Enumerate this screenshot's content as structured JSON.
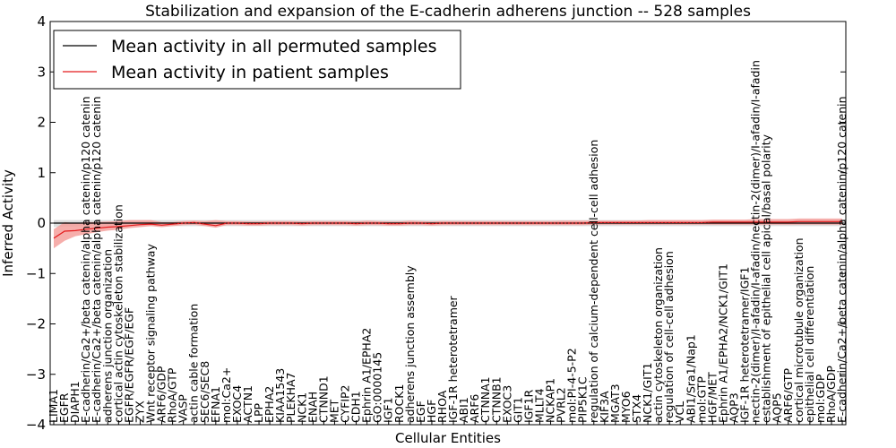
{
  "chart_data": {
    "type": "line",
    "title": "Stabilization and expansion of the E-cadherin adherens junction -- 528 samples",
    "xlabel": "Cellular Entities",
    "ylabel": "Inferred Activity",
    "ylim": [
      -4,
      4
    ],
    "yticks": [
      "4",
      "3",
      "2",
      "1",
      "0",
      "−1",
      "−2",
      "−3",
      "−4"
    ],
    "legend_placement": "top-left",
    "grid": false,
    "colors": {
      "permuted": "#000000",
      "patient": "#e41a1c",
      "patient_band": "#f4a09c",
      "permuted_band": "#c8c8c8"
    },
    "categories": [
      "LIMA1",
      "EGFR",
      "DIAPH1",
      "E-cadherin/Ca2+/beta catenin/alpha catenin/p120 catenin",
      "E-cadherin/Ca2+/beta catenin/alpha catenin/p120 catenin",
      "adherens junction organization",
      "cortical actin cytoskeleton stabilization",
      "EGFR/EGFR/EGF/EGF",
      "ZYX",
      "Wnt receptor signaling pathway",
      "ARF6/GDP",
      "RhoA/GTP",
      "VASP",
      "actin cable formation",
      "SEC6/SEC8",
      "EFNA1",
      "mol:Ca2+",
      "EXOC4",
      "ACTN1",
      "LPP",
      "EPHA2",
      "KIAA1543",
      "PLEKHA7",
      "NCK1",
      "ENAH",
      "CTNND1",
      "MET",
      "CYFIP2",
      "CDH1",
      "Ephrin A1/EPHA2",
      "GO:0000145",
      "IGF1",
      "ROCK1",
      "adherens junction assembly",
      "EGF",
      "HGF",
      "RHOA",
      "IGF-1R heterotetramer",
      "ABI1",
      "ARF6",
      "CTNNA1",
      "CTNNB1",
      "EXOC3",
      "GIT1",
      "IGF1R",
      "MLLT4",
      "NCKAP1",
      "PVRL2",
      "mol:PI-4-5-P2",
      "PIP5K1C",
      "regulation of calcium-dependent cell-cell adhesion",
      "KIF3A",
      "MGAT3",
      "MYO6",
      "STX4",
      "NCK1/GIT1",
      "actin cytoskeleton organization",
      "regulation of cell-cell adhesion",
      "VCL",
      "ABI1/Sra1/Nap1",
      "mol:GTP",
      "HGF/MET",
      "Ephrin A1/EPHA2/NCK1/GIT1",
      "AQP3",
      "IGF-1R heterotetramer/IGF1",
      "nectin-2(dimer)/I-afadin/I-afadin/nectin-2(dimer)/I-afadin/I-afadin",
      "establishment of epithelial cell apical/basal polarity",
      "AQP5",
      "ARF6/GTP",
      "cortical microtubule organization",
      "epithelial cell differentiation",
      "mol:GDP",
      "RhoA/GDP",
      "E-cadherin/Ca2+/beta catenin/alpha catenin/p120 catenin"
    ],
    "series": [
      {
        "name": "Mean activity in all permuted samples",
        "values": [
          0,
          0,
          0,
          0,
          0,
          0,
          0,
          0,
          0,
          0,
          0,
          0,
          0,
          0,
          0,
          0,
          0,
          0,
          0,
          0,
          0,
          0,
          0,
          0,
          0,
          0,
          0,
          0,
          0,
          0,
          0,
          0,
          0,
          0,
          0,
          0,
          0,
          0,
          0,
          0,
          0,
          0,
          0,
          0,
          0,
          0,
          0,
          0,
          0,
          0,
          0,
          0,
          0,
          0,
          0,
          0,
          0,
          0,
          0,
          0,
          0,
          0,
          0,
          0,
          0,
          0,
          0,
          0,
          0,
          0,
          0,
          0,
          0,
          0
        ],
        "lower": [
          -0.08,
          -0.07,
          -0.07,
          -0.06,
          -0.06,
          -0.06,
          -0.06,
          -0.06,
          -0.06,
          -0.06,
          -0.06,
          -0.06,
          -0.06,
          -0.06,
          -0.06,
          -0.06,
          -0.06,
          -0.06,
          -0.06,
          -0.06,
          -0.06,
          -0.06,
          -0.06,
          -0.06,
          -0.06,
          -0.06,
          -0.06,
          -0.06,
          -0.06,
          -0.06,
          -0.06,
          -0.06,
          -0.06,
          -0.06,
          -0.06,
          -0.06,
          -0.06,
          -0.06,
          -0.06,
          -0.06,
          -0.06,
          -0.06,
          -0.06,
          -0.06,
          -0.06,
          -0.06,
          -0.06,
          -0.06,
          -0.06,
          -0.06,
          -0.06,
          -0.06,
          -0.06,
          -0.06,
          -0.06,
          -0.06,
          -0.06,
          -0.06,
          -0.06,
          -0.06,
          -0.06,
          -0.06,
          -0.06,
          -0.06,
          -0.06,
          -0.06,
          -0.06,
          -0.06,
          -0.06,
          -0.06,
          -0.06,
          -0.06,
          -0.06,
          -0.06
        ],
        "upper": [
          0.06,
          0.06,
          0.06,
          0.06,
          0.06,
          0.06,
          0.06,
          0.06,
          0.06,
          0.06,
          0.06,
          0.06,
          0.06,
          0.06,
          0.06,
          0.06,
          0.06,
          0.06,
          0.06,
          0.06,
          0.06,
          0.06,
          0.06,
          0.06,
          0.06,
          0.06,
          0.06,
          0.06,
          0.06,
          0.06,
          0.06,
          0.06,
          0.06,
          0.06,
          0.06,
          0.06,
          0.06,
          0.06,
          0.06,
          0.06,
          0.06,
          0.06,
          0.06,
          0.06,
          0.06,
          0.06,
          0.06,
          0.06,
          0.06,
          0.06,
          0.06,
          0.06,
          0.06,
          0.06,
          0.06,
          0.06,
          0.06,
          0.06,
          0.06,
          0.06,
          0.06,
          0.06,
          0.06,
          0.06,
          0.06,
          0.06,
          0.06,
          0.06,
          0.06,
          0.06,
          0.06,
          0.06,
          0.06,
          0.06
        ]
      },
      {
        "name": "Mean activity in patient samples",
        "values": [
          -0.3,
          -0.16,
          -0.15,
          -0.12,
          -0.1,
          -0.08,
          -0.07,
          -0.05,
          -0.03,
          -0.02,
          -0.04,
          -0.02,
          0.0,
          0.01,
          -0.02,
          -0.05,
          0.0,
          0.0,
          -0.01,
          -0.01,
          0.0,
          0.0,
          0.0,
          -0.01,
          0.0,
          0.0,
          0.0,
          0.0,
          -0.01,
          0.0,
          0.0,
          -0.01,
          -0.01,
          0.0,
          0.0,
          -0.01,
          0.0,
          0.0,
          0.0,
          0.0,
          0.0,
          0.0,
          0.0,
          0.0,
          0.0,
          0.0,
          0.0,
          0.0,
          0.0,
          0.0,
          0.01,
          0.01,
          0.01,
          0.01,
          0.01,
          0.01,
          0.01,
          0.01,
          0.01,
          0.01,
          0.01,
          0.02,
          0.02,
          0.02,
          0.02,
          0.02,
          0.02,
          0.02,
          0.02,
          0.03,
          0.03,
          0.03,
          0.03,
          0.03
        ],
        "lower": [
          -0.5,
          -0.35,
          -0.26,
          -0.22,
          -0.18,
          -0.15,
          -0.13,
          -0.1,
          -0.08,
          -0.06,
          -0.08,
          -0.06,
          -0.04,
          -0.03,
          -0.06,
          -0.09,
          -0.04,
          -0.04,
          -0.05,
          -0.05,
          -0.04,
          -0.04,
          -0.04,
          -0.05,
          -0.04,
          -0.04,
          -0.04,
          -0.04,
          -0.05,
          -0.04,
          -0.04,
          -0.05,
          -0.05,
          -0.04,
          -0.04,
          -0.05,
          -0.04,
          -0.04,
          -0.04,
          -0.04,
          -0.04,
          -0.04,
          -0.04,
          -0.04,
          -0.04,
          -0.04,
          -0.04,
          -0.04,
          -0.04,
          -0.04,
          -0.03,
          -0.03,
          -0.03,
          -0.03,
          -0.03,
          -0.03,
          -0.03,
          -0.03,
          -0.03,
          -0.03,
          -0.03,
          -0.03,
          -0.03,
          -0.03,
          -0.03,
          -0.03,
          -0.03,
          -0.03,
          -0.03,
          -0.03,
          -0.03,
          -0.03,
          -0.03,
          -0.03
        ],
        "upper": [
          -0.12,
          0.02,
          0.0,
          0.02,
          0.02,
          0.03,
          0.04,
          0.06,
          0.06,
          0.06,
          0.02,
          0.02,
          0.04,
          0.05,
          0.04,
          0.06,
          0.04,
          0.04,
          0.03,
          0.03,
          0.04,
          0.04,
          0.04,
          0.03,
          0.04,
          0.04,
          0.04,
          0.04,
          0.03,
          0.05,
          0.04,
          0.03,
          0.03,
          0.05,
          0.04,
          0.03,
          0.04,
          0.04,
          0.04,
          0.04,
          0.04,
          0.04,
          0.04,
          0.04,
          0.04,
          0.04,
          0.04,
          0.05,
          0.05,
          0.05,
          0.05,
          0.05,
          0.05,
          0.05,
          0.05,
          0.06,
          0.06,
          0.06,
          0.06,
          0.06,
          0.06,
          0.07,
          0.07,
          0.07,
          0.07,
          0.08,
          0.08,
          0.08,
          0.08,
          0.09,
          0.09,
          0.09,
          0.09,
          0.09
        ]
      }
    ]
  }
}
